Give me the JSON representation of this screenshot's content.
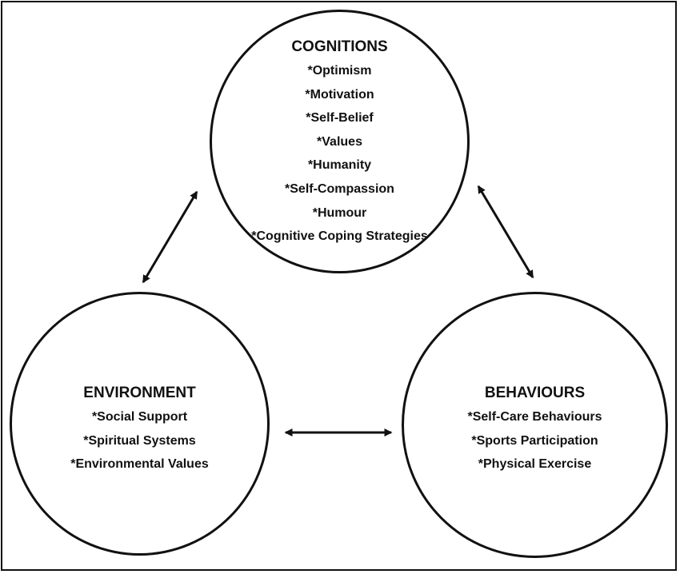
{
  "nodes": {
    "cognitions": {
      "title": "COGNITIONS",
      "items": [
        "*Optimism",
        "*Motivation",
        "*Self-Belief",
        "*Values",
        "*Humanity",
        "*Self-Compassion",
        "*Humour",
        "*Cognitive Coping Strategies"
      ]
    },
    "environment": {
      "title": "ENVIRONMENT",
      "items": [
        "*Social Support",
        "*Spiritual Systems",
        "*Environmental Values"
      ]
    },
    "behaviours": {
      "title": "BEHAVIOURS",
      "items": [
        "*Self-Care Behaviours",
        "*Sports Participation",
        "*Physical Exercise"
      ]
    }
  },
  "connections": [
    {
      "from": "cognitions",
      "to": "environment",
      "direction": "bidirectional"
    },
    {
      "from": "cognitions",
      "to": "behaviours",
      "direction": "bidirectional"
    },
    {
      "from": "environment",
      "to": "behaviours",
      "direction": "bidirectional"
    }
  ],
  "colors": {
    "stroke": "#111111",
    "text": "#111111",
    "background": "#ffffff"
  }
}
